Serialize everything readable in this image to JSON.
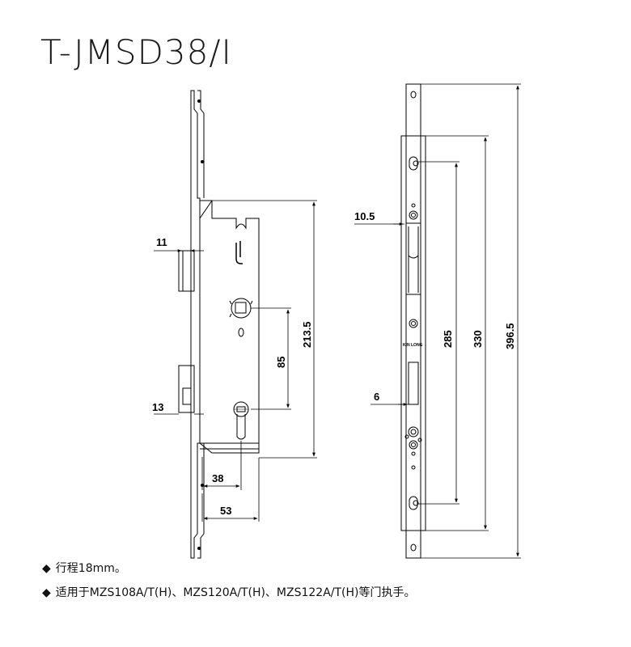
{
  "title": "T-JMSD38/I",
  "side_view": {
    "dims": {
      "backset_11": "11",
      "backset_13": "13",
      "handle_to_key": "85",
      "case_height": "213.5",
      "backset_38": "38",
      "depth_53": "53"
    }
  },
  "front_view": {
    "dims": {
      "latch_10_5": "10.5",
      "bolt_6": "6",
      "hole_285": "285",
      "hole_330": "330",
      "total_396_5": "396.5"
    },
    "brand_text": "KIN LONG"
  },
  "notes": [
    {
      "bullet": "◆",
      "text": "行程18mm。"
    },
    {
      "bullet": "◆",
      "text": "适用于MZS108A/T(H)、MZS120A/T(H)、MZS122A/T(H)等门执手。"
    }
  ]
}
